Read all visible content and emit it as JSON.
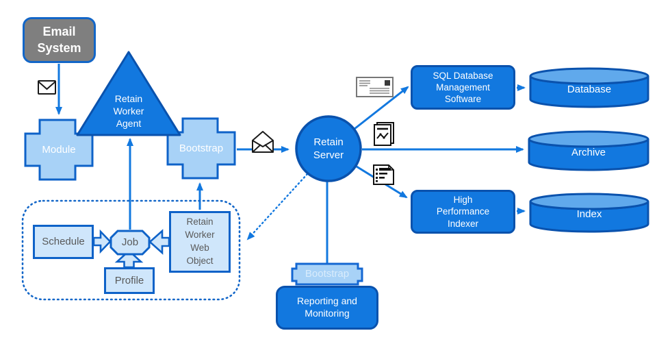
{
  "title": "Retain archiving architecture diagram",
  "colors": {
    "accent_blue": "#1278df",
    "dark_border": "#0a52ad",
    "medium_border": "#0e62c8",
    "light_blue_fill": "#a8d2f7",
    "pale_blue_fill": "#cfe6fb",
    "cylinder_top": "#60a9ec",
    "gray_fill": "#7f7f7f",
    "label_gray": "#595959"
  },
  "nodes": {
    "email_system": {
      "label": "Email\nSystem"
    },
    "module": {
      "label": "Module"
    },
    "retain_worker_agent": {
      "label": "Retain\nWorker\nAgent"
    },
    "bootstrap_top": {
      "label": "Bootstrap"
    },
    "retain_server": {
      "label": "Retain\nServer"
    },
    "sql_dbms": {
      "label": "SQL Database\nManagement\nSoftware"
    },
    "database": {
      "label": "Database"
    },
    "archive": {
      "label": "Archive"
    },
    "high_performance_indexer": {
      "label": "High\nPerformance\nIndexer"
    },
    "index": {
      "label": "Index"
    },
    "bootstrap_bottom": {
      "label": "Bootstrap"
    },
    "reporting_monitoring": {
      "label": "Reporting and\nMonitoring"
    },
    "schedule": {
      "label": "Schedule"
    },
    "job": {
      "label": "Job"
    },
    "profile": {
      "label": "Profile"
    },
    "retain_worker_web_object": {
      "label": "Retain\nWorker\nWeb\nObject"
    }
  },
  "icons": {
    "closed_envelope": "closed-envelope-icon",
    "open_envelope": "open-envelope-icon",
    "addressed_letter": "addressed-letter-icon",
    "report_chart": "report-chart-pages-icon",
    "list_document": "list-document-icon"
  }
}
